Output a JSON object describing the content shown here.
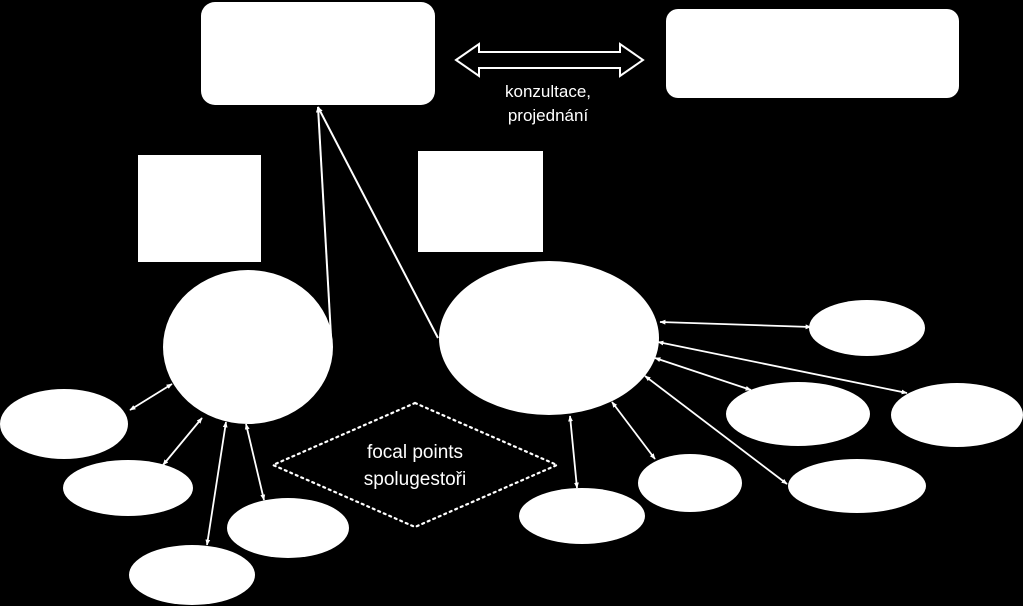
{
  "colors": {
    "background": "#000000",
    "shape_fill": "#FFFFFF",
    "connector": "#FFFFFF",
    "text": "#FFFFFF"
  },
  "consultation": {
    "line1": "konzultace,",
    "line2": "projednání"
  },
  "focal_points": {
    "line1": "focal points",
    "line2": "spolugestoři"
  }
}
